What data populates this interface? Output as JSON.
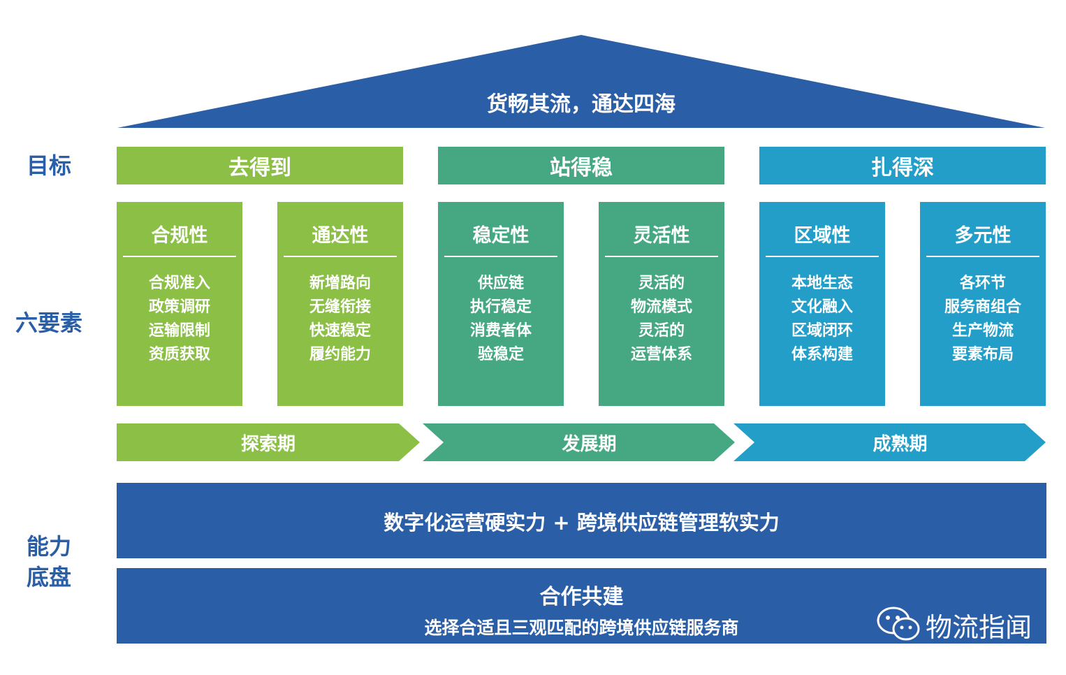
{
  "roof": {
    "text": "货畅其流，通达四海"
  },
  "side_labels": {
    "goal": "目标",
    "elements": "六要素",
    "capability_line1": "能力",
    "capability_line2": "底盘"
  },
  "goals": [
    "去得到",
    "站得稳",
    "扎得深"
  ],
  "columns": [
    {
      "title": "合规性",
      "items": [
        "合规准入",
        "政策调研",
        "运输限制",
        "资质获取"
      ]
    },
    {
      "title": "通达性",
      "items": [
        "新增路向",
        "无缝衔接",
        "快速稳定",
        "履约能力"
      ]
    },
    {
      "title": "稳定性",
      "items": [
        "供应链",
        "执行稳定",
        "消费者体",
        "验稳定"
      ]
    },
    {
      "title": "灵活性",
      "items": [
        "灵活的",
        "物流模式",
        "灵活的",
        "运营体系"
      ]
    },
    {
      "title": "区域性",
      "items": [
        "本地生态",
        "文化融入",
        "区域闭环",
        "体系构建"
      ]
    },
    {
      "title": "多元性",
      "items": [
        "各环节",
        "服务商组合",
        "生产物流",
        "要素布局"
      ]
    }
  ],
  "stages": [
    "探索期",
    "发展期",
    "成熟期"
  ],
  "capability_bar": {
    "text": "数字化运营硬实力 + 跨境供应链管理软实力"
  },
  "cooperation_bar": {
    "title": "合作共建",
    "subtitle": "选择合适且三观匹配的跨境供应链服务商"
  },
  "watermark": {
    "text": "物流指闻"
  },
  "colors": {
    "blue": "#2a5fa8",
    "green": "#8bbf45",
    "teal": "#46a883",
    "cyan": "#229ec8"
  }
}
